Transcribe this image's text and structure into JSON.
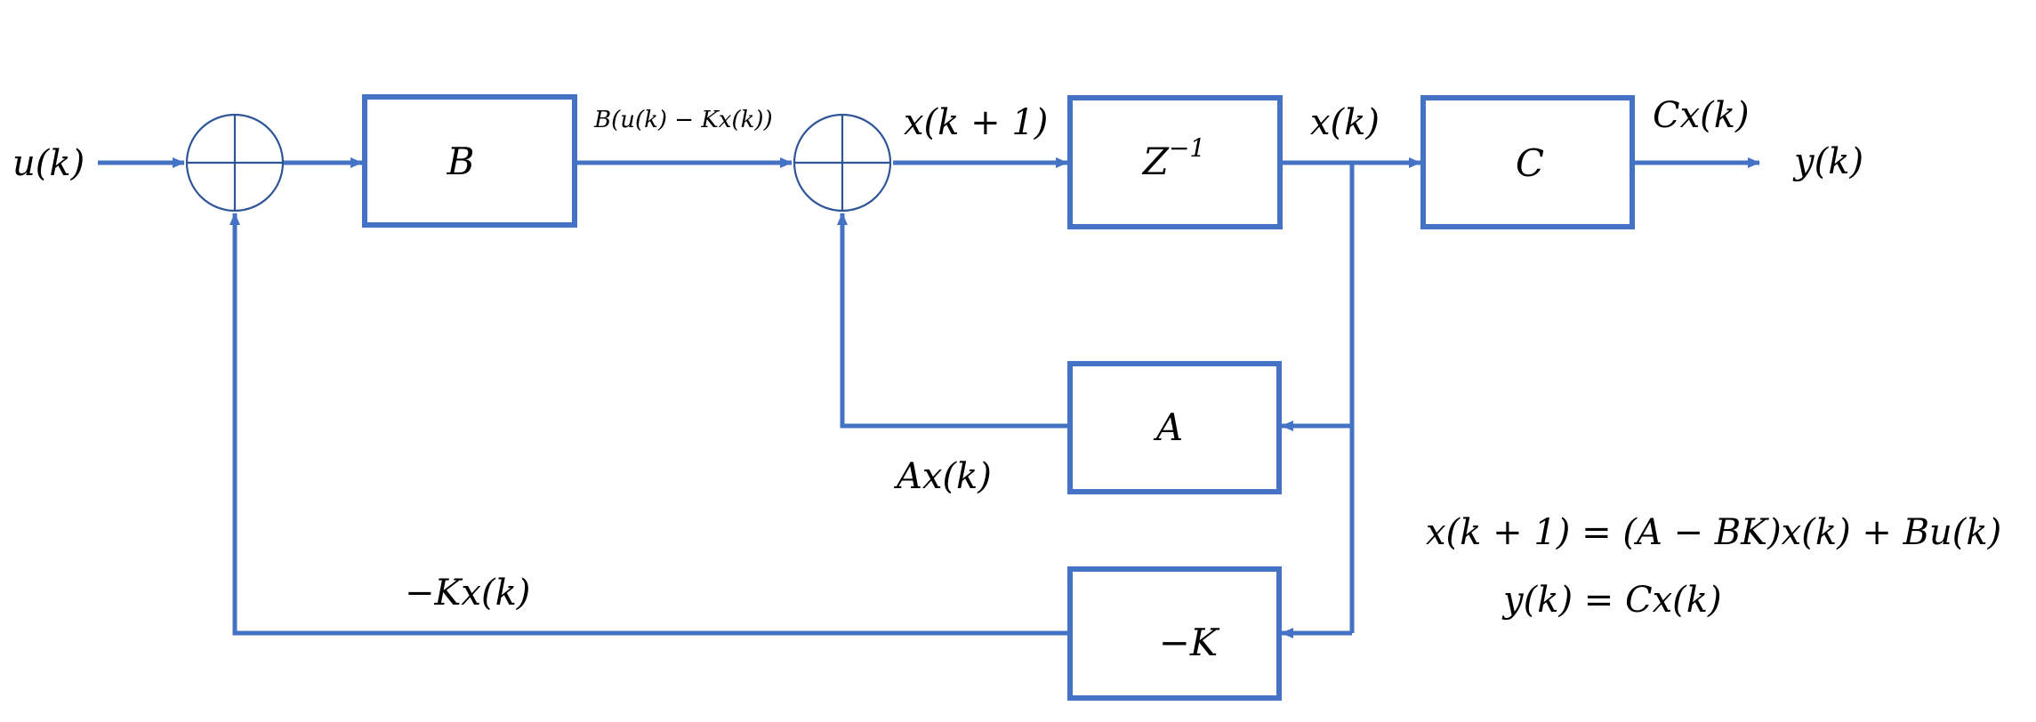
{
  "signals": {
    "input": "u(k)",
    "b_output": "B(u(k) − Kx(k))",
    "next_state": "x(k + 1)",
    "state": "x(k)",
    "c_output": "Cx(k)",
    "output": "y(k)",
    "a_output": "Ax(k)",
    "k_output": "−Kx(k)"
  },
  "blocks": {
    "b": "B",
    "delay": "Z",
    "delay_exponent": "−1",
    "c": "C",
    "a": "A",
    "neg_k": "−K"
  },
  "equations": {
    "state_eq": "x(k + 1) = (A − BK)x(k) + Bu(k)",
    "output_eq": "y(k) = Cx(k)"
  },
  "colors": {
    "block_stroke": "#4472C4",
    "summer_stroke": "#2F5597",
    "text": "#000000"
  }
}
